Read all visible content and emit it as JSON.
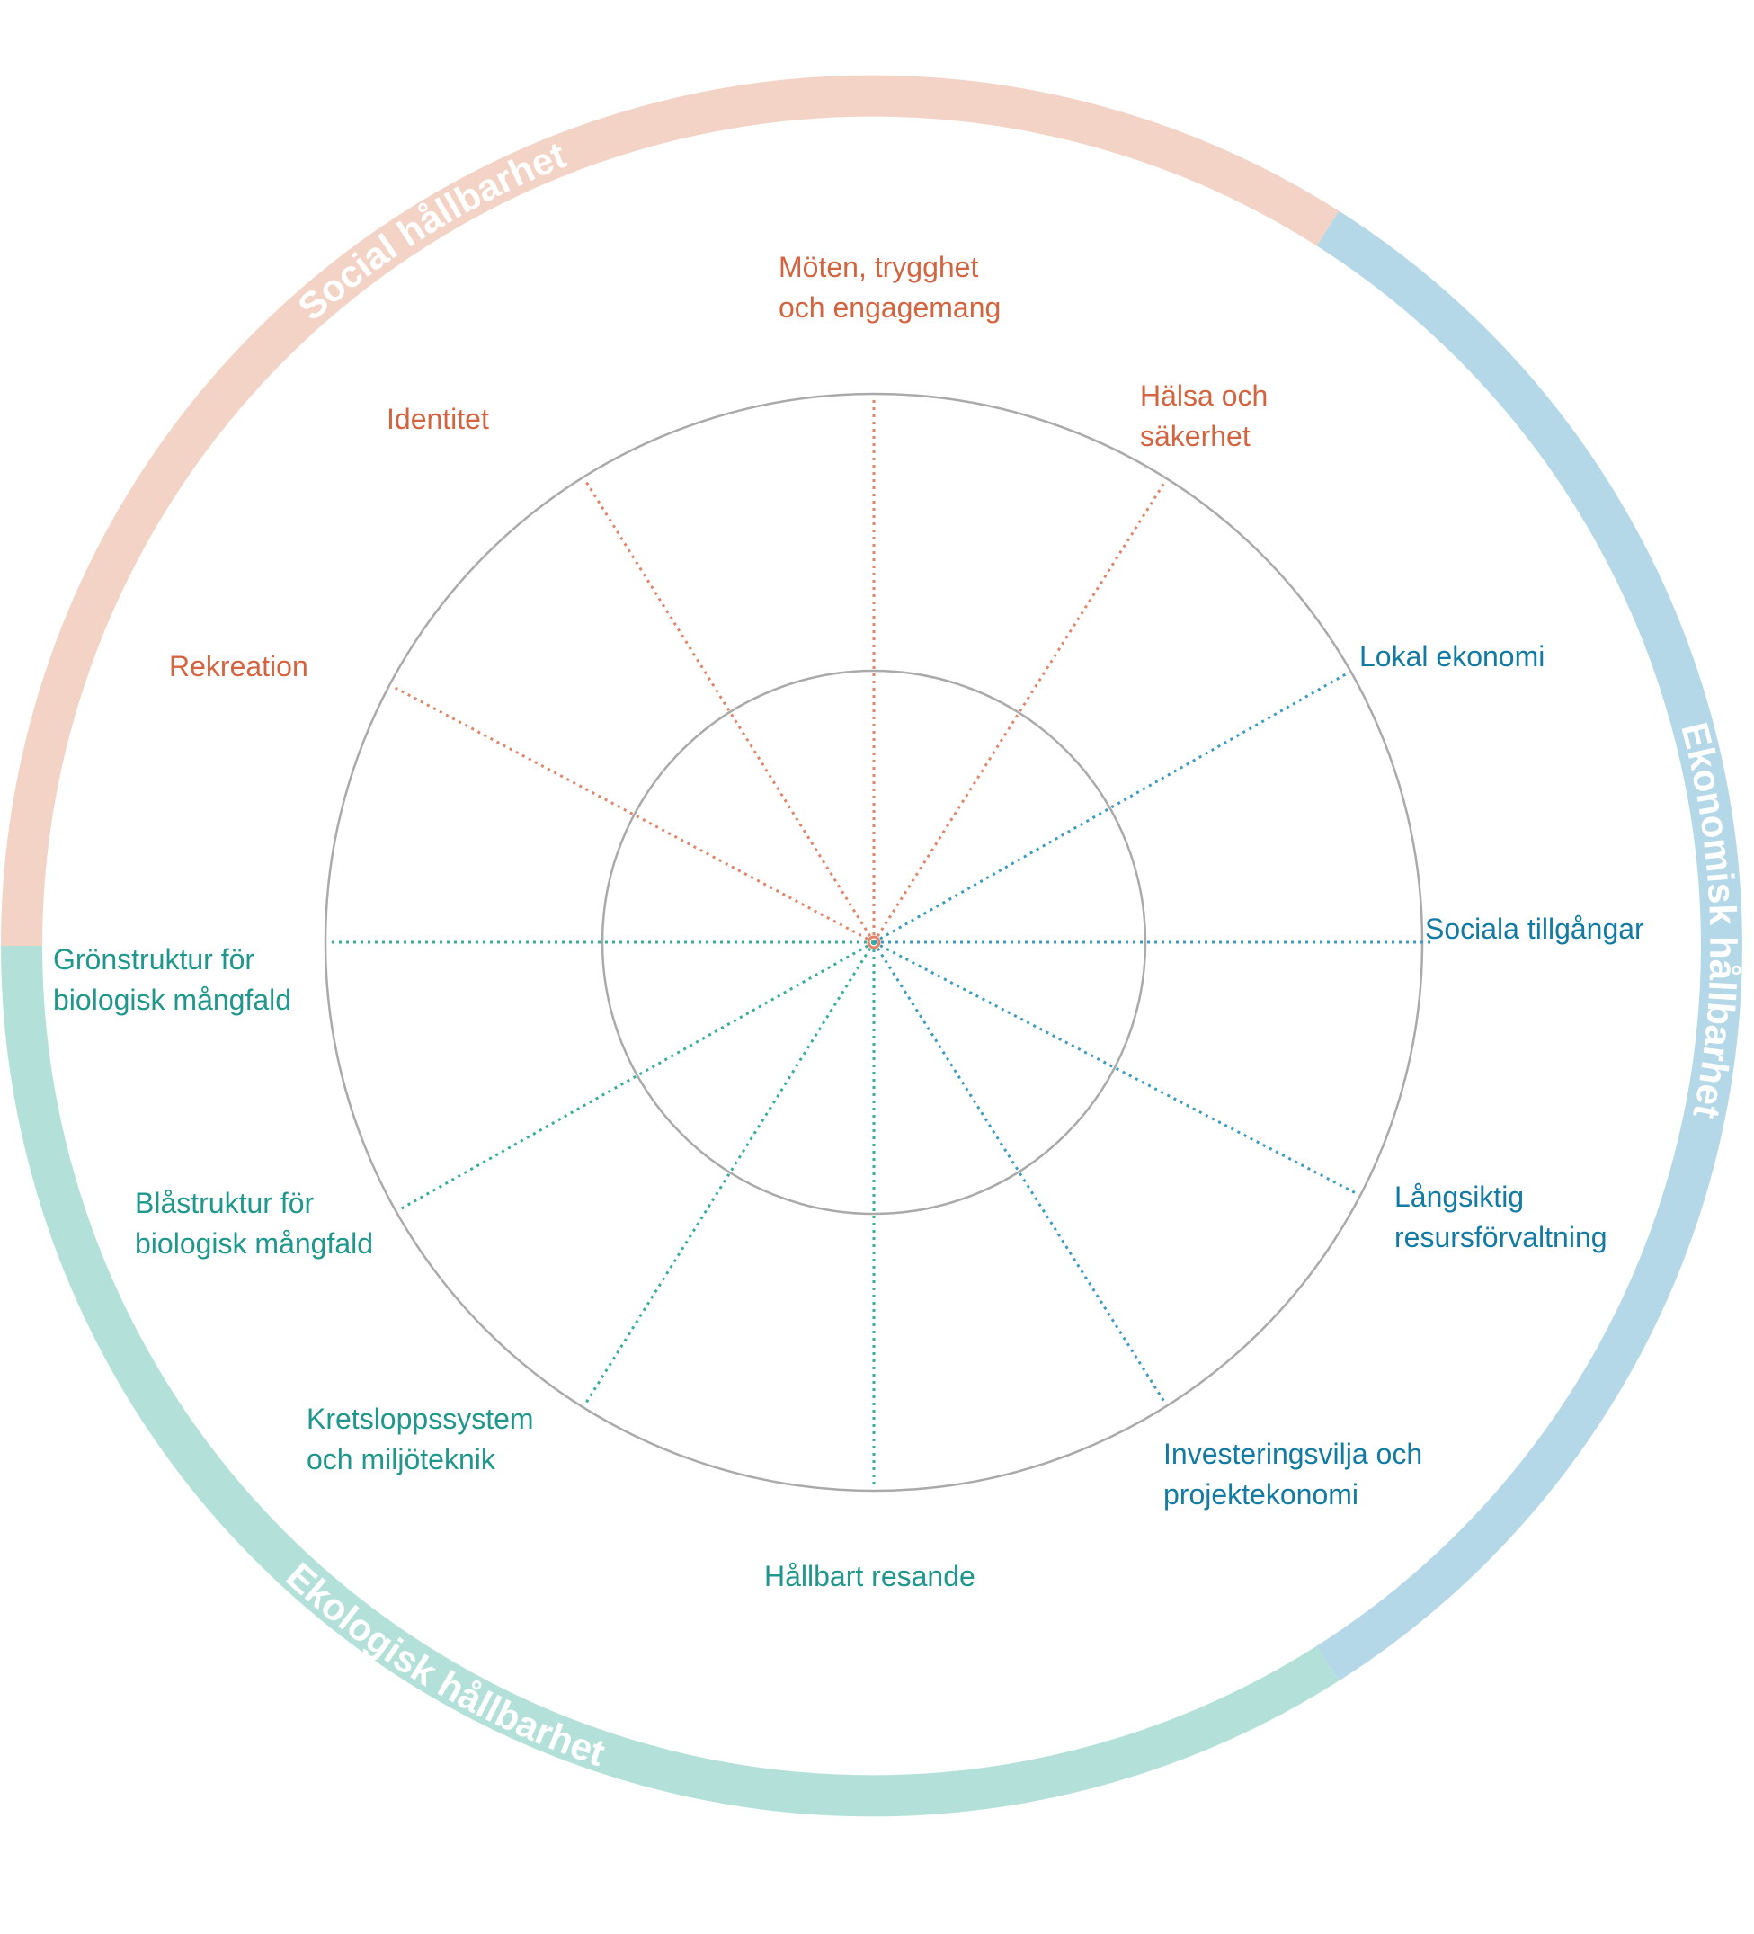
{
  "colors": {
    "social_ring": "#F3D3C6",
    "econ_ring": "#B4D8E7",
    "eco_ring": "#B3E1DA",
    "social_text": "#D4643F",
    "econ_text": "#137BA3",
    "eco_text": "#1F978C",
    "social_spoke": "#E0856A",
    "econ_spoke": "#3B9BC0",
    "eco_spoke": "#36AE9B",
    "circle": "#AAAAAA"
  },
  "dimensions": {
    "social": "Social hållbarhet",
    "economic": "Ekonomisk hållbarhet",
    "ecological": "Ekologisk hållbarhet"
  },
  "aspects": {
    "moten": [
      "Möten, trygghet",
      "och engagemang"
    ],
    "halsa": [
      "Hälsa och",
      "säkerhet"
    ],
    "identitet": "Identitet",
    "rekreation": "Rekreation",
    "lokal_ekonomi": "Lokal ekonomi",
    "sociala_tillgangar": "Sociala tillgångar",
    "langsiktig": [
      "Långsiktig",
      "resursförvaltning"
    ],
    "investering": [
      "Investeringsvilja och",
      "projektekonomi"
    ],
    "hallbart_resande": "Hållbart resande",
    "kretslopp": [
      "Kretsloppssystem",
      "och miljöteknik"
    ],
    "blastruktur": [
      "Blåstruktur för",
      "biologisk mångfald"
    ],
    "gronstruktur": [
      "Grönstruktur för",
      "biologisk mångfald"
    ]
  }
}
